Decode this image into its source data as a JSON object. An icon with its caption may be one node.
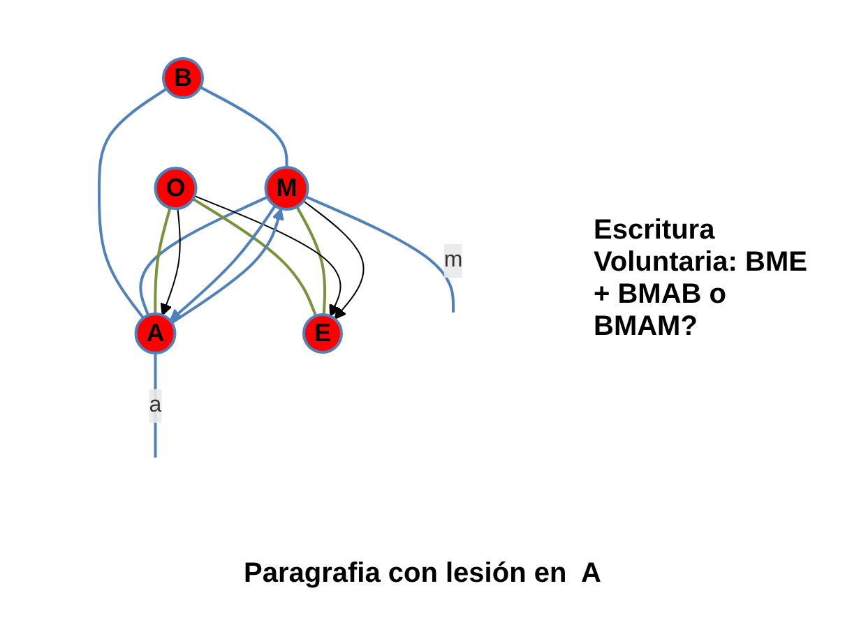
{
  "diagram": {
    "caption": "Paragrafia con lesión en  A",
    "nodes": [
      {
        "text": [
          "B"
        ]
      },
      {
        "text": [
          "O"
        ]
      },
      {
        "text": [
          "M"
        ]
      },
      {
        "text": [
          "A"
        ]
      },
      {
        "text": [
          "E"
        ]
      }
    ],
    "edges": [
      {
        "from": 0,
        "to": 2,
        "arrow": "none",
        "color": "#4f81bd"
      },
      {
        "from": 0,
        "to": 3,
        "arrow": "none",
        "color": "#4f81bd"
      },
      {
        "from": 2,
        "to": 3,
        "arrow": "none",
        "color": "#4f81bd"
      },
      {
        "from": 1,
        "to": 4,
        "arrow": "none",
        "color": "#77933c"
      },
      {
        "from": 1,
        "to": 3,
        "arrow": "none",
        "color": "#77933c"
      },
      {
        "from": 2,
        "to": 4,
        "arrow": "none",
        "color": "#77933c"
      },
      {
        "from": 1,
        "to": 3,
        "arrow": "to",
        "color": "#000000"
      },
      {
        "from": 1,
        "to": 4,
        "arrow": "to",
        "color": "#000000"
      },
      {
        "from": 2,
        "to": 4,
        "arrow": "to",
        "color": "#000000"
      },
      {
        "from": 3,
        "to": 2,
        "arrow": "to",
        "color": "#4f81bd"
      },
      {
        "from": 2,
        "to": 3,
        "arrow": "to",
        "color": "#4f81bd"
      },
      {
        "from": 2,
        "to": null,
        "arrow": "none",
        "label": "m",
        "color": "#4f81bd"
      },
      {
        "from": 3,
        "to": null,
        "arrow": "none",
        "label": "a",
        "color": "#4f81bd"
      }
    ],
    "labels": [
      "Escritura Voluntaria: BME + BMAB o BMAM?"
    ]
  }
}
